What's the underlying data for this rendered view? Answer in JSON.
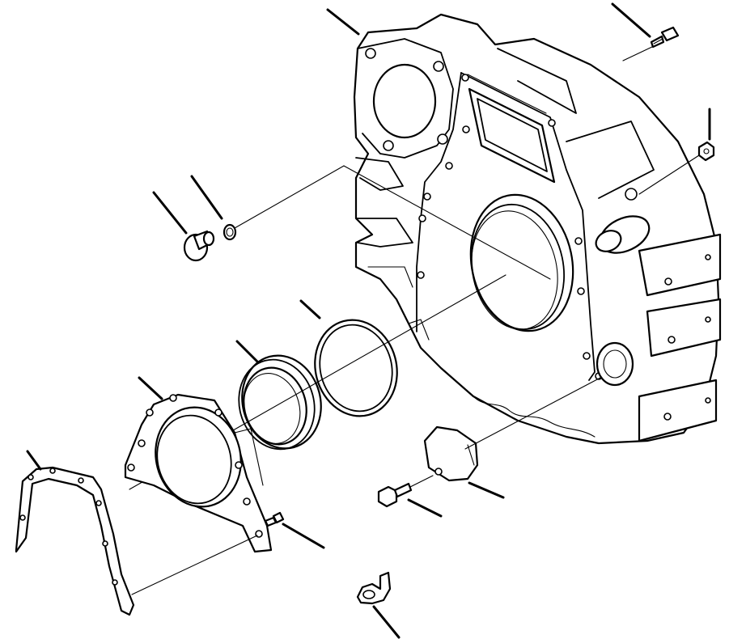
{
  "diagram": {
    "style": "exploded parts drawing, black line art on white",
    "colors": {
      "line": "#000000",
      "background": "#ffffff"
    },
    "parts": [
      {
        "id": "flywheel-housing"
      },
      {
        "id": "housing-bolt"
      },
      {
        "id": "housing-nut"
      },
      {
        "id": "plug"
      },
      {
        "id": "o-ring-small"
      },
      {
        "id": "seal-ring"
      },
      {
        "id": "oil-seal"
      },
      {
        "id": "seal-retainer"
      },
      {
        "id": "retainer-gasket"
      },
      {
        "id": "retainer-bolt"
      },
      {
        "id": "cover-plate"
      },
      {
        "id": "cover-bolt"
      },
      {
        "id": "bracket"
      }
    ]
  }
}
